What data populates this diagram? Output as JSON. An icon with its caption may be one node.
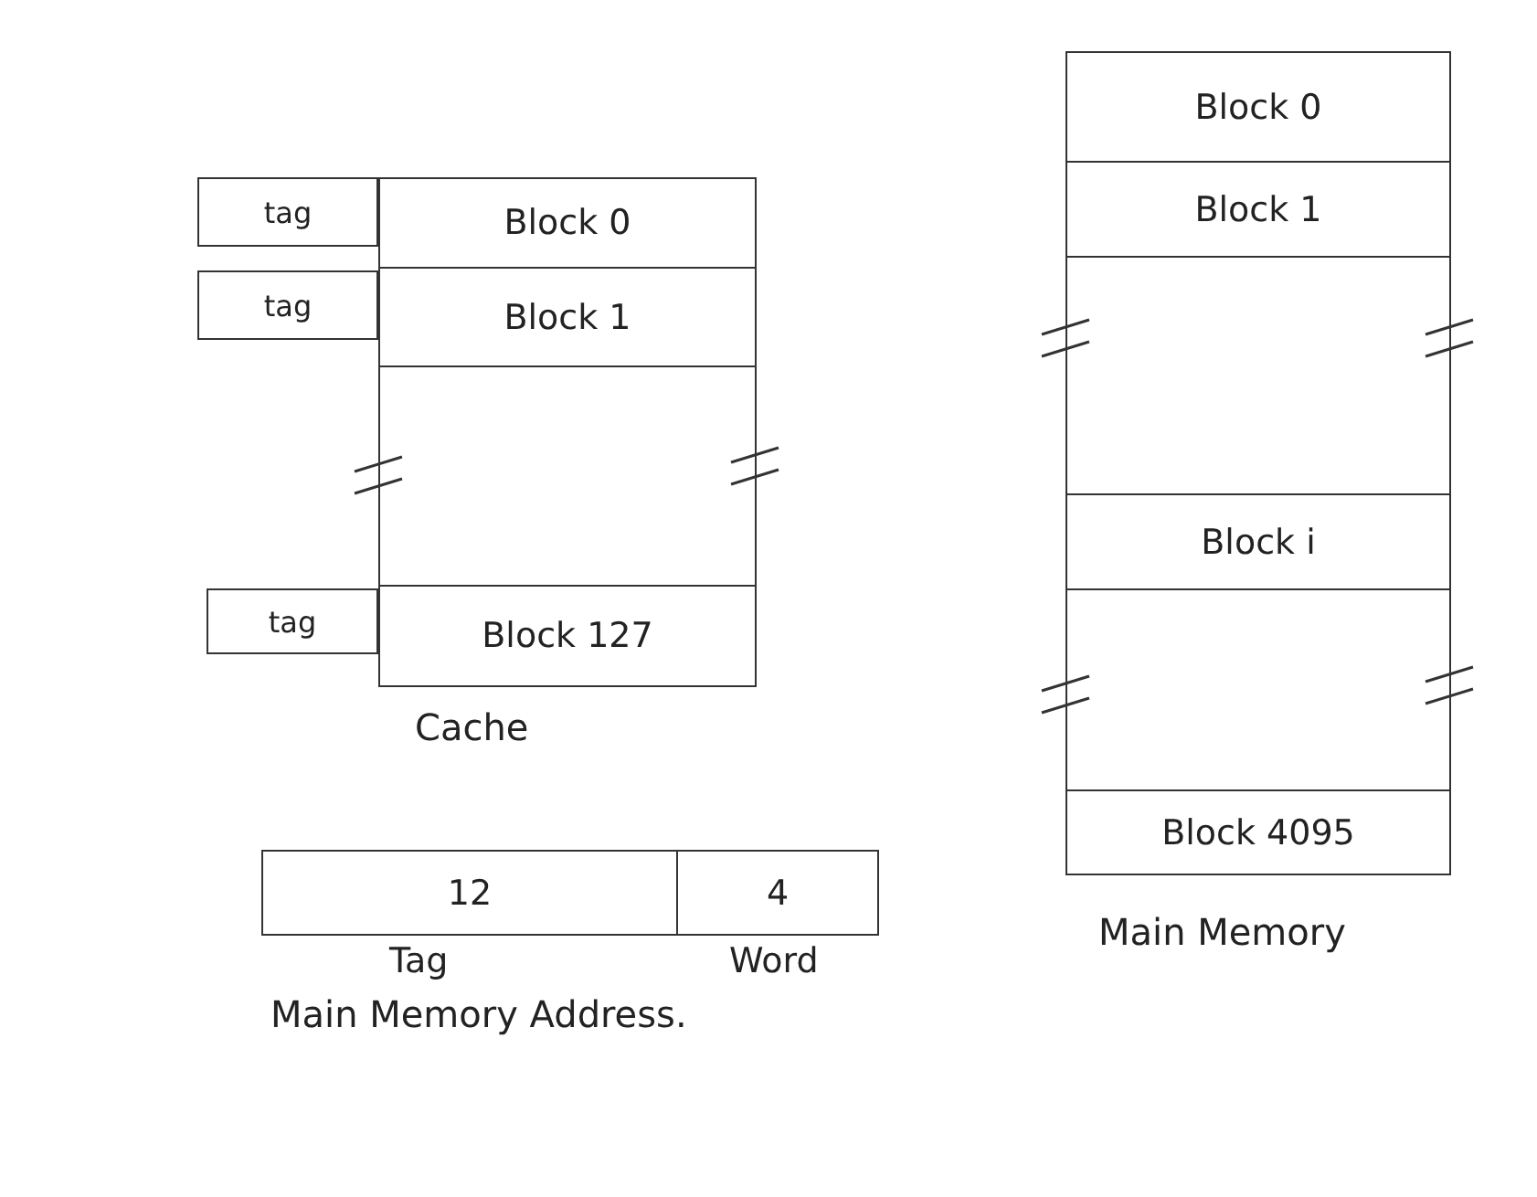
{
  "diagram": {
    "nodes": [
      {
        "text": [
          "Cache"
        ]
      },
      {
        "text": [
          "tag"
        ]
      },
      {
        "text": [
          "Block 0"
        ],
        "in": 0
      },
      {
        "text": [
          "tag"
        ]
      },
      {
        "text": [
          "Block 1"
        ],
        "in": 0
      },
      {
        "text": [],
        "shape": "box",
        "in": 0
      },
      {
        "text": [
          "tag"
        ]
      },
      {
        "text": [
          "Block 127"
        ],
        "in": 0
      },
      {
        "text": [
          "Main Memory"
        ]
      },
      {
        "text": [
          "Block 0"
        ],
        "in": 8
      },
      {
        "text": [
          "Block 1"
        ],
        "in": 8
      },
      {
        "text": [],
        "shape": "box",
        "in": 8
      },
      {
        "text": [
          "Block i"
        ],
        "in": 8
      },
      {
        "text": [],
        "shape": "box",
        "in": 8
      },
      {
        "text": [
          "Block 4095"
        ],
        "in": 8
      },
      {
        "text": [
          "Main Memory Address."
        ]
      },
      {
        "text": [
          "12"
        ],
        "in": 15,
        "beside": [
          "Tag"
        ]
      },
      {
        "text": [
          "4"
        ],
        "in": 15,
        "beside": [
          "Word"
        ]
      }
    ]
  }
}
